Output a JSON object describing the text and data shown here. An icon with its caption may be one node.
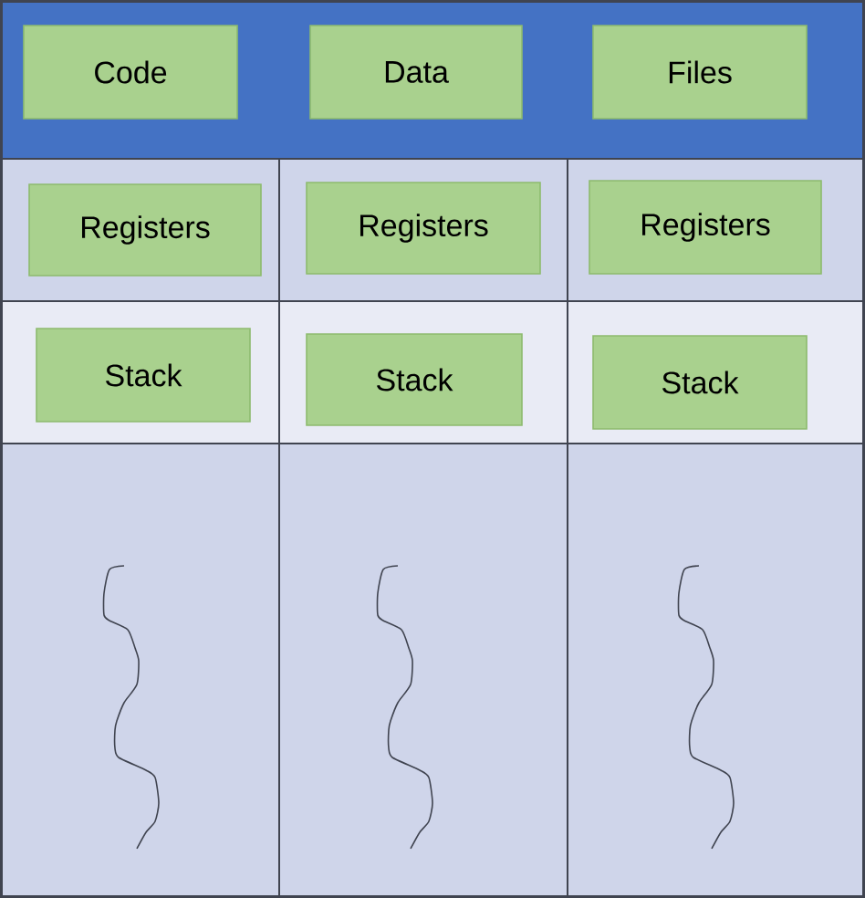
{
  "diagram": {
    "nodes": [
      {
        "text": [
          "Code"
        ]
      },
      {
        "text": [
          "Data"
        ]
      },
      {
        "text": [
          "Files"
        ]
      },
      {
        "text": [
          "Registers"
        ]
      },
      {
        "text": [
          "Registers"
        ]
      },
      {
        "text": [
          "Registers"
        ]
      },
      {
        "text": [
          "Stack"
        ]
      },
      {
        "text": [
          "Stack"
        ]
      },
      {
        "text": [
          "Stack"
        ]
      }
    ]
  }
}
